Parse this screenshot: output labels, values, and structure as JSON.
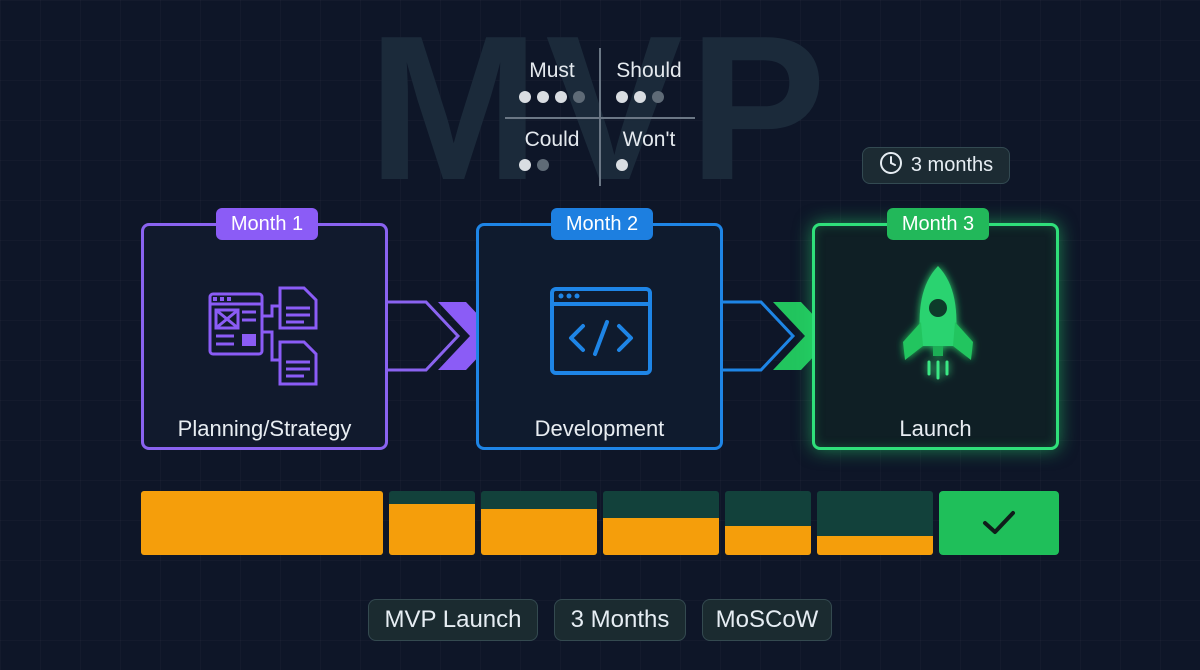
{
  "watermark": "MVP",
  "moscow": {
    "must": {
      "label": "Must",
      "dots_filled": 3,
      "dots_total": 4
    },
    "should": {
      "label": "Should",
      "dots_filled": 2,
      "dots_total": 3
    },
    "could": {
      "label": "Could",
      "dots_filled": 1,
      "dots_total": 2
    },
    "wont": {
      "label": "Won't",
      "dots_filled": 1,
      "dots_total": 1
    }
  },
  "duration": {
    "icon": "clock-icon",
    "label": "3 months"
  },
  "stages": [
    {
      "month": "Month 1",
      "title": "Planning/Strategy",
      "color": "#8b5cf6",
      "icon": "wireframe-docs-icon"
    },
    {
      "month": "Month 2",
      "title": "Development",
      "color": "#1d7fe0",
      "icon": "code-window-icon"
    },
    {
      "month": "Month 3",
      "title": "Launch",
      "color": "#22c55e",
      "icon": "rocket-icon"
    }
  ],
  "progress": {
    "fill_color": "#f59e0b",
    "track_color": "#12413b",
    "done_color": "#1fbf5a",
    "segment_fill_fractions": [
      1.0,
      0.8,
      0.72,
      0.58,
      0.45,
      0.3
    ],
    "done_icon": "checkmark-icon"
  },
  "tags": [
    "MVP Launch",
    "3 Months",
    "MoSCoW"
  ]
}
